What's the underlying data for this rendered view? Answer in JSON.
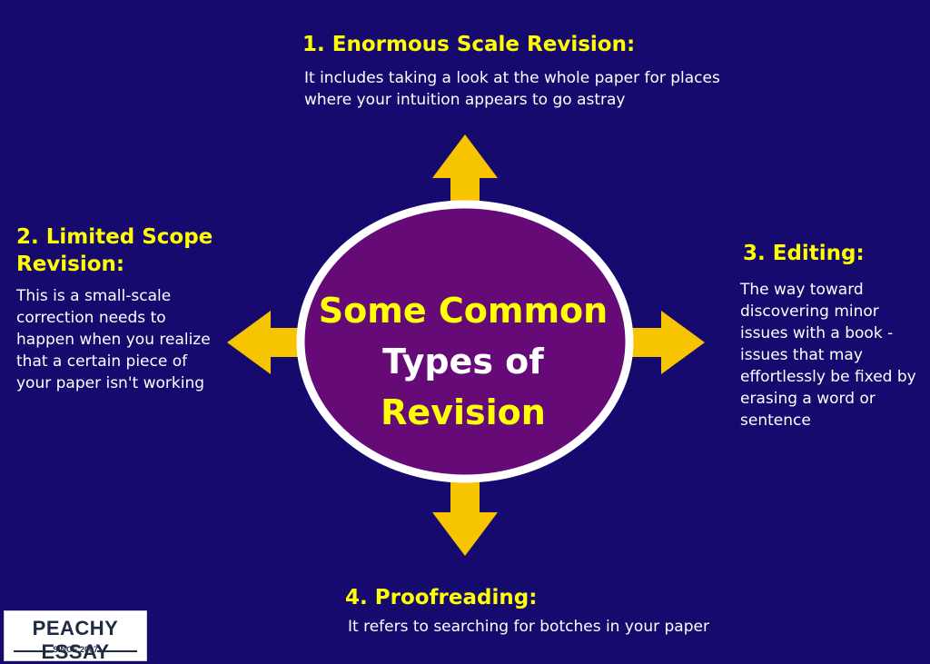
{
  "colors": {
    "background": "#160a6e",
    "circle_fill": "#660a78",
    "circle_border": "#ffffff",
    "arrow": "#f7c400",
    "heading": "#ffff00",
    "body_text": "#ffffff"
  },
  "center": {
    "line1": "Some Common",
    "line2": "Types of",
    "line3": "Revision"
  },
  "branches": {
    "top": {
      "title": "1. Enormous Scale Revision:",
      "desc": "It includes taking a look at the whole paper for places where your intuition appears to go astray"
    },
    "left": {
      "title": "2. Limited Scope Revision:",
      "desc": "This is a small-scale correction needs to happen when you realize that a certain piece of your paper isn't working"
    },
    "right": {
      "title": "3. Editing:",
      "desc": "The way toward discovering minor issues with a book - issues that may effortlessly be fixed by erasing a word or sentence"
    },
    "bottom": {
      "title": "4. Proofreading:",
      "desc": "It refers to searching for botches in your paper"
    }
  },
  "logo": {
    "name": "PEACHY ESSAY",
    "since": "SINCE 2007"
  }
}
